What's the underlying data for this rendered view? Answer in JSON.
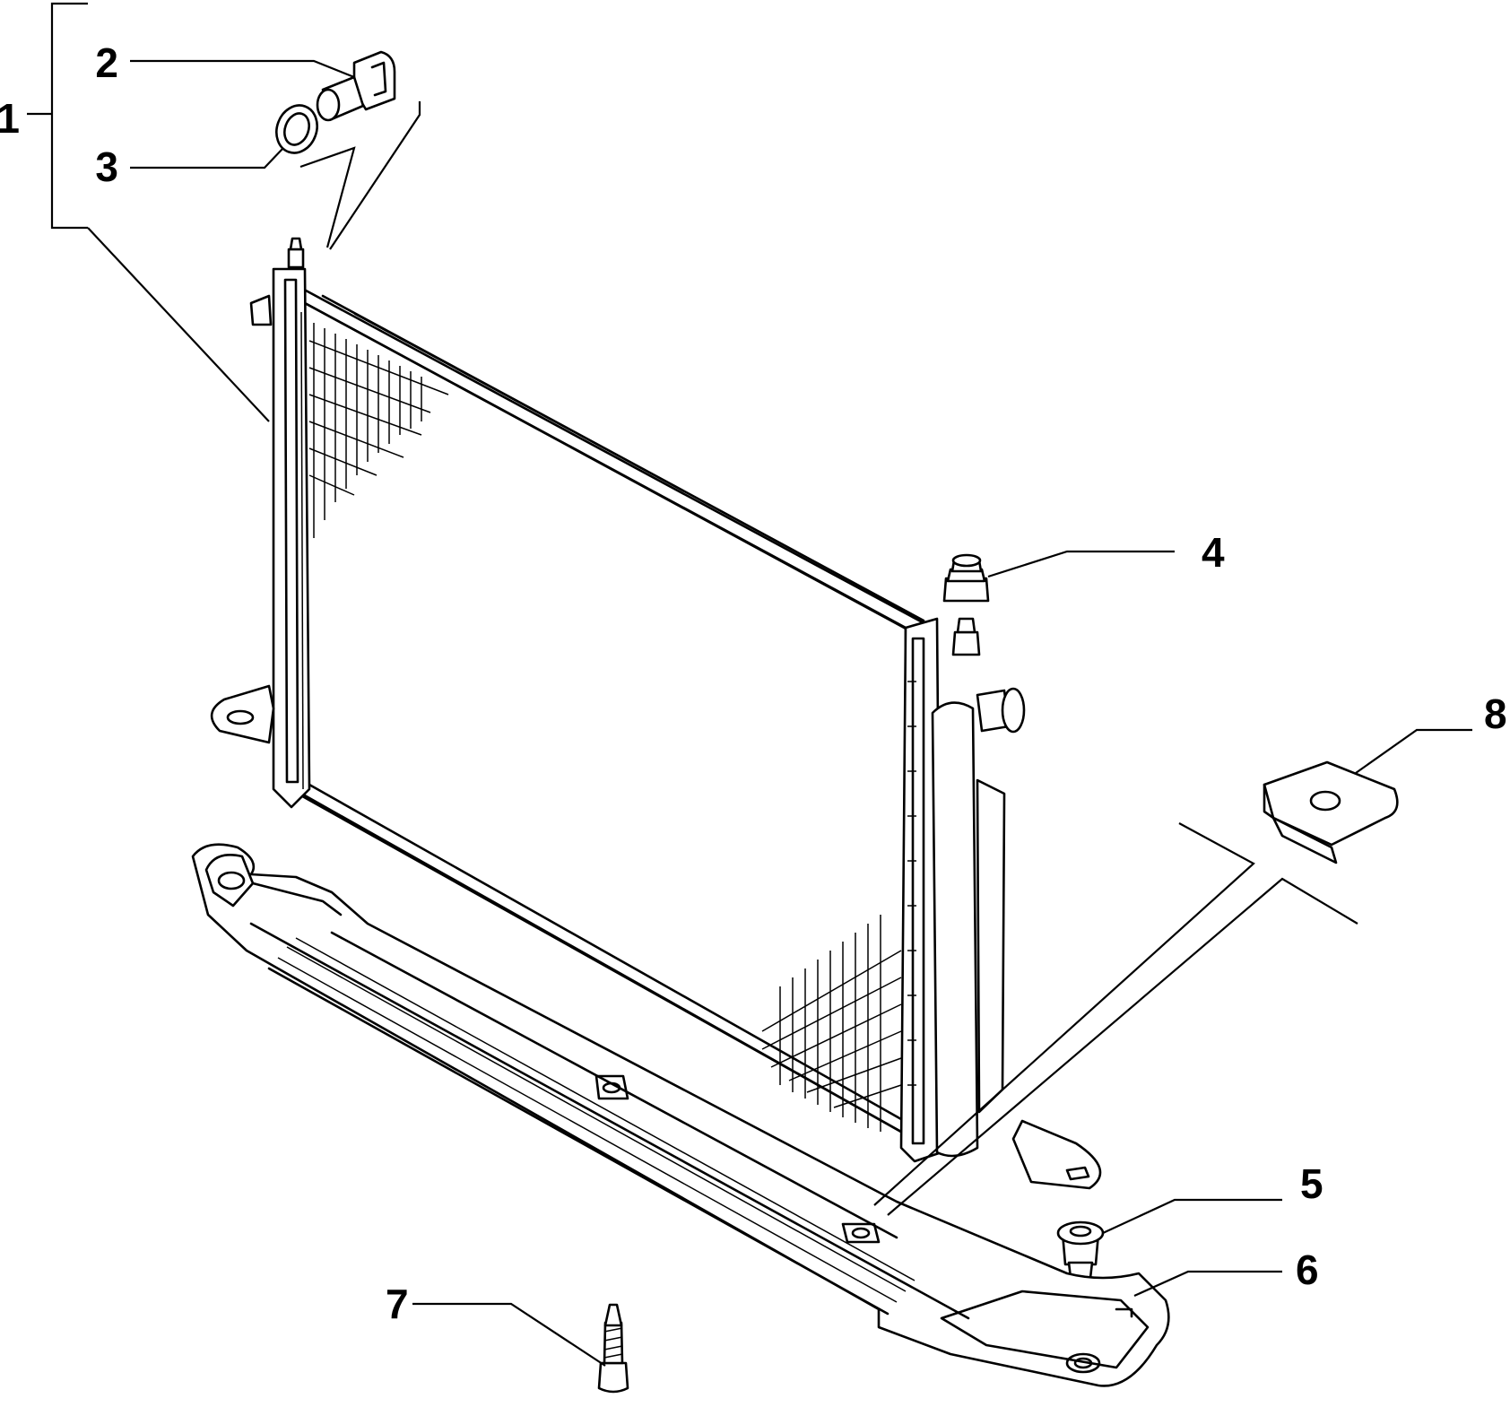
{
  "callouts": {
    "c1": "1",
    "c2": "2",
    "c3": "3",
    "c4": "4",
    "c5": "5",
    "c6": "6",
    "c7": "7",
    "c8": "8"
  },
  "parts": [
    "radiator-assembly",
    "drain-plug",
    "sealing-washer",
    "upper-rubber-mount",
    "lower-rubber-mount",
    "lower-crossmember",
    "self-tapping-screw",
    "clip-nut"
  ]
}
